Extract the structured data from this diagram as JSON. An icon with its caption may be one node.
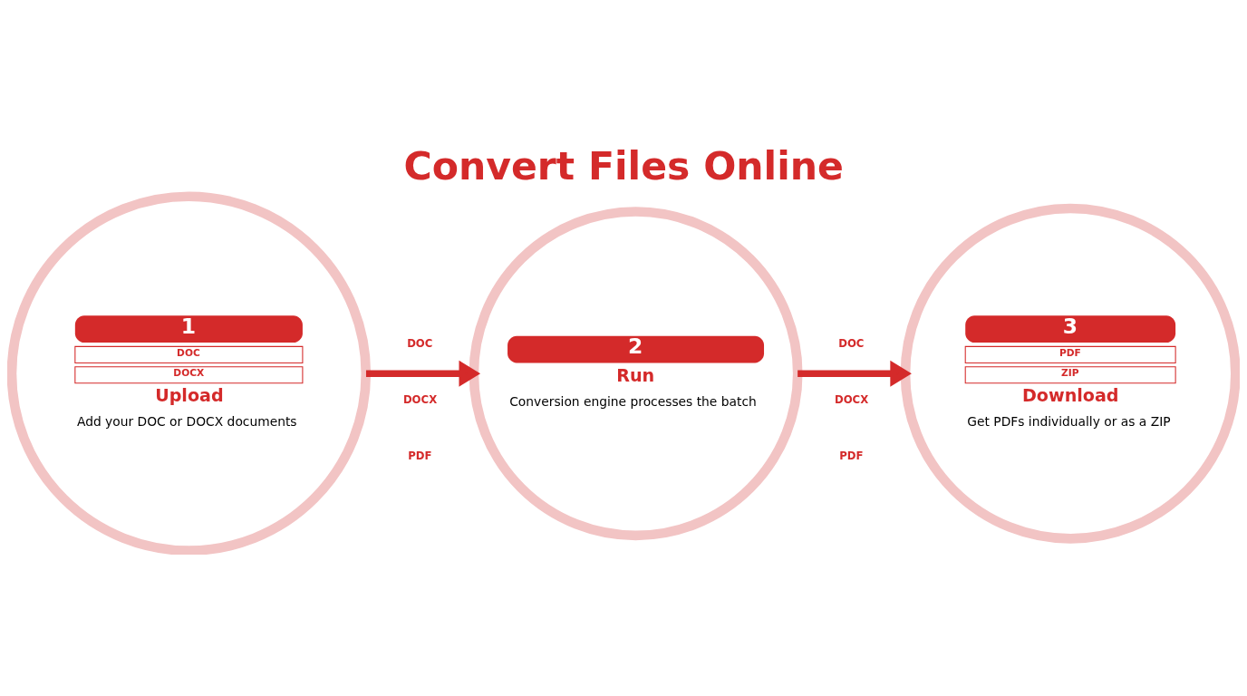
{
  "diagram": {
    "title": "Convert Files Online",
    "nodes": [
      {
        "text": [
          "1",
          "DOC",
          "DOCX",
          "Upload",
          "Add your DOC or DOCX documents"
        ]
      },
      {
        "text": [
          "2",
          "Run",
          "Conversion engine processes the batch"
        ]
      },
      {
        "text": [
          "3",
          "PDF",
          "ZIP",
          "Download",
          "Get PDFs individually or as a ZIP"
        ]
      }
    ],
    "edges": [
      {
        "from": 0,
        "to": 1,
        "arrow": "to"
      },
      {
        "from": 1,
        "to": 2,
        "arrow": "to"
      }
    ],
    "labels": [
      "DOC",
      "DOCX",
      "PDF",
      "DOC",
      "DOCX",
      "PDF"
    ]
  }
}
